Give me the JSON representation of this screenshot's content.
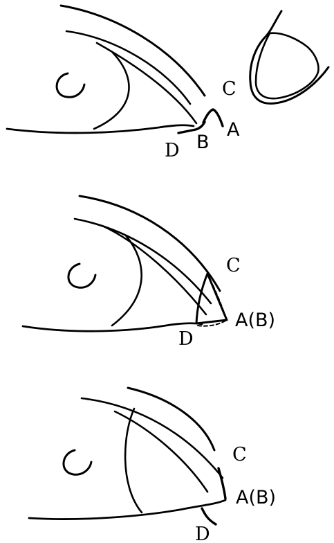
{
  "panels": [
    {
      "id": "top",
      "labels": {
        "c": "C",
        "a": "A",
        "b": "B",
        "d": "D"
      }
    },
    {
      "id": "middle",
      "labels": {
        "c": "C",
        "ab": "A(B)",
        "d": "D"
      }
    },
    {
      "id": "bottom",
      "labels": {
        "c": "C",
        "ab": "A(B)",
        "d": "D"
      }
    }
  ],
  "colors": {
    "ink": "#000000",
    "background": "#ffffff"
  }
}
